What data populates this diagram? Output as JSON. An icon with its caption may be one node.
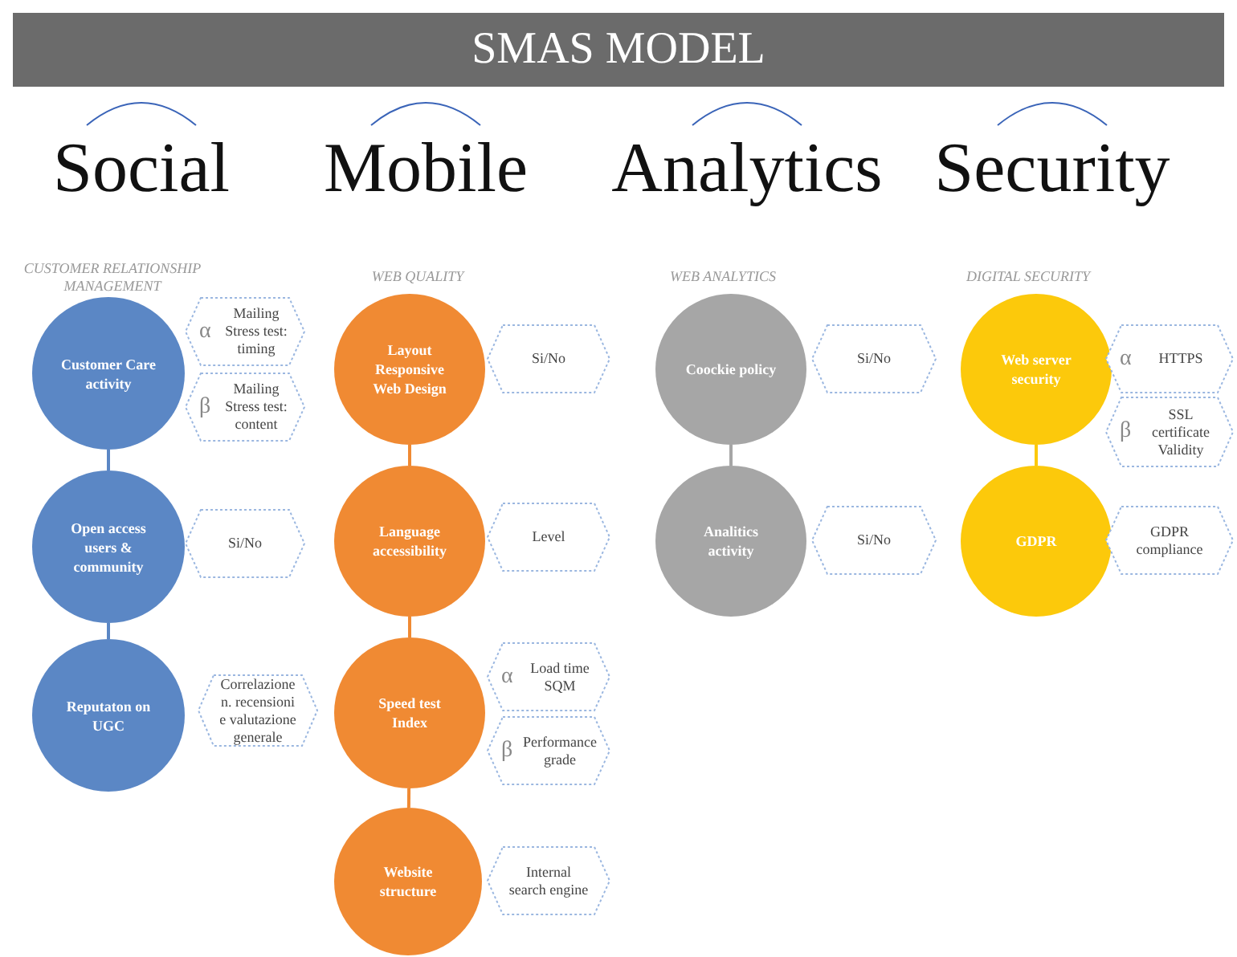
{
  "diagram": {
    "title": "SMAS MODEL",
    "nodes": [
      {
        "text": [
          "Customer Care activity"
        ]
      },
      {
        "text": [
          "α",
          "Mailing Stress test: timing"
        ]
      },
      {
        "text": [
          "β",
          "Mailing Stress test: content"
        ]
      },
      {
        "text": [
          "Open access users & community"
        ]
      },
      {
        "text": [
          "Si/No"
        ]
      },
      {
        "text": [
          "Reputaton on UGC"
        ]
      },
      {
        "text": [
          "Correlazione n. recensioni e valutazione generale"
        ]
      },
      {
        "text": [
          "Layout Responsive Web Design"
        ]
      },
      {
        "text": [
          "Si/No"
        ]
      },
      {
        "text": [
          "Language accessibility"
        ]
      },
      {
        "text": [
          "Level"
        ]
      },
      {
        "text": [
          "Speed test Index"
        ]
      },
      {
        "text": [
          "α",
          "Load time SQM"
        ]
      },
      {
        "text": [
          "β",
          "Performance grade"
        ]
      },
      {
        "text": [
          "Website structure"
        ]
      },
      {
        "text": [
          "Internal search engine"
        ]
      },
      {
        "text": [
          "Coockie policy"
        ]
      },
      {
        "text": [
          "Si/No"
        ]
      },
      {
        "text": [
          "Analitics activity"
        ]
      },
      {
        "text": [
          "Si/No"
        ]
      },
      {
        "text": [
          "Web server security"
        ]
      },
      {
        "text": [
          "α",
          "HTTPS"
        ]
      },
      {
        "text": [
          "β",
          "SSL certificate Validity"
        ]
      },
      {
        "text": [
          "GDPR"
        ]
      },
      {
        "text": [
          "GDPR compliance"
        ]
      }
    ],
    "edges": [
      {
        "from": 0,
        "to": 3,
        "arrow": "none",
        "color": "#5b87c5"
      },
      {
        "from": 3,
        "to": 5,
        "arrow": "none",
        "color": "#5b87c5"
      },
      {
        "from": 7,
        "to": 9,
        "arrow": "none",
        "color": "#f08a33"
      },
      {
        "from": 9,
        "to": 11,
        "arrow": "none",
        "color": "#f08a33"
      },
      {
        "from": 11,
        "to": 14,
        "arrow": "none",
        "color": "#f08a33"
      },
      {
        "from": 16,
        "to": 18,
        "arrow": "none",
        "color": "#a6a6a6"
      },
      {
        "from": 20,
        "to": 23,
        "arrow": "none",
        "color": "#fcc90b"
      }
    ],
    "labels": [
      "Social",
      "Mobile",
      "Analytics",
      "Security",
      "CUSTOMER RELATIONSHIP MANAGEMENT",
      "WEB QUALITY",
      "WEB ANALYTICS",
      "DIGITAL SECURITY"
    ]
  }
}
